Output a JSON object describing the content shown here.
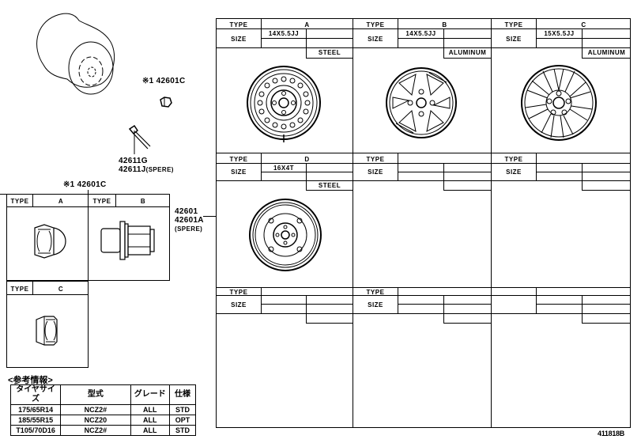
{
  "callouts": {
    "nut_top": {
      "mark": "※1",
      "part": "42601C"
    },
    "valve": {
      "part1": "42611G",
      "part2": "42611J",
      "spare": "(SPERE)"
    },
    "nut_box": {
      "mark": "※1",
      "part": "42601C"
    },
    "wheel": {
      "part1": "42601",
      "part2": "42601A",
      "spare": "(SPERE)"
    }
  },
  "nut_types": {
    "type_label": "TYPE",
    "items": [
      {
        "type": "A",
        "icon": "cap-nut-icon"
      },
      {
        "type": "B",
        "icon": "flanged-nut-icon"
      },
      {
        "type": "C",
        "icon": "hex-nut-icon"
      }
    ]
  },
  "wheel_grid": {
    "type_label": "TYPE",
    "size_label": "SIZE",
    "cells": [
      {
        "type": "A",
        "size": "14X5.5JJ",
        "material": "STEEL",
        "icon": "steel-wheel-icon"
      },
      {
        "type": "B",
        "size": "14X5.5JJ",
        "material": "ALUMINUM",
        "icon": "alloy-wheel-8spoke-icon"
      },
      {
        "type": "C",
        "size": "15X5.5JJ",
        "material": "ALUMINUM",
        "icon": "alloy-wheel-10spoke-icon"
      },
      {
        "type": "D",
        "size": "16X4T",
        "material": "STEEL",
        "icon": "spare-wheel-icon"
      },
      {
        "type": "",
        "size": "",
        "material": "",
        "icon": ""
      },
      {
        "type": "",
        "size": "",
        "material": "",
        "icon": ""
      },
      {
        "type": "",
        "size": "",
        "material": "",
        "icon": ""
      },
      {
        "type": "",
        "size": "",
        "material": "",
        "icon": ""
      },
      {
        "type": "",
        "size": "",
        "material": "",
        "icon": ""
      }
    ]
  },
  "reference": {
    "title": "<参考情報>",
    "headers": [
      "タイヤサイズ",
      "型式",
      "グレード",
      "仕様"
    ],
    "rows": [
      [
        "175/65R14",
        "NCZ2#",
        "ALL",
        "STD"
      ],
      [
        "185/55R15",
        "NCZ20",
        "ALL",
        "OPT"
      ],
      [
        "T105/70D16",
        "NCZ2#",
        "ALL",
        "STD"
      ]
    ]
  },
  "figure_id": "411818B"
}
